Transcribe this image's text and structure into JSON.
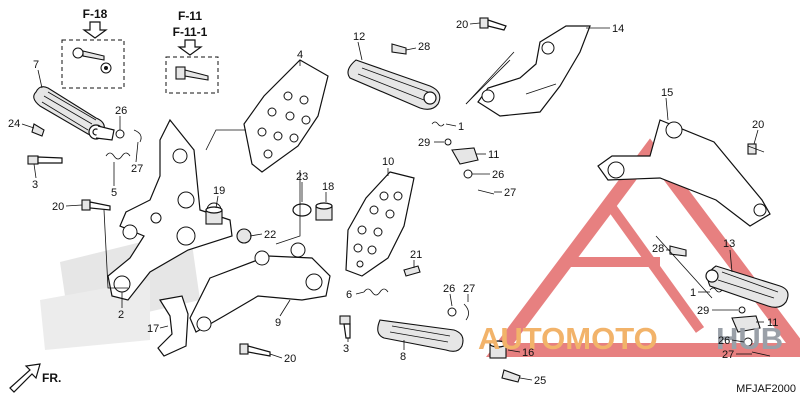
{
  "refs": {
    "f18": "F-18",
    "f11": "F-11",
    "f111": "F-11-1"
  },
  "direction": "FR.",
  "diagram_code": "MFJAF2000",
  "watermark": {
    "part1": "AUTOMOTO",
    "part2": "HUB",
    "color1": "#f2b36a",
    "color2": "#9aa0a8",
    "triangle_color": "#e36b6b"
  },
  "callouts": [
    {
      "id": "c7",
      "text": "7"
    },
    {
      "id": "c24",
      "text": "24"
    },
    {
      "id": "c3a",
      "text": "3"
    },
    {
      "id": "c26a",
      "text": "26"
    },
    {
      "id": "c27a",
      "text": "27"
    },
    {
      "id": "c5",
      "text": "5"
    },
    {
      "id": "c20a",
      "text": "20"
    },
    {
      "id": "c19",
      "text": "19"
    },
    {
      "id": "c22",
      "text": "22"
    },
    {
      "id": "c2",
      "text": "2"
    },
    {
      "id": "c17",
      "text": "17"
    },
    {
      "id": "c4",
      "text": "4"
    },
    {
      "id": "c23",
      "text": "23"
    },
    {
      "id": "c18",
      "text": "18"
    },
    {
      "id": "c9",
      "text": "9"
    },
    {
      "id": "c20b",
      "text": "20"
    },
    {
      "id": "c10",
      "text": "10"
    },
    {
      "id": "c21",
      "text": "21"
    },
    {
      "id": "c6",
      "text": "6"
    },
    {
      "id": "c3b",
      "text": "3"
    },
    {
      "id": "c26b",
      "text": "26"
    },
    {
      "id": "c27b",
      "text": "27"
    },
    {
      "id": "c8",
      "text": "8"
    },
    {
      "id": "c16",
      "text": "16"
    },
    {
      "id": "c25",
      "text": "25"
    },
    {
      "id": "c12",
      "text": "12"
    },
    {
      "id": "c28a",
      "text": "28"
    },
    {
      "id": "c1a",
      "text": "1"
    },
    {
      "id": "c29a",
      "text": "29"
    },
    {
      "id": "c11a",
      "text": "11"
    },
    {
      "id": "c26c",
      "text": "26"
    },
    {
      "id": "c27c",
      "text": "27"
    },
    {
      "id": "c20c",
      "text": "20"
    },
    {
      "id": "c14",
      "text": "14"
    },
    {
      "id": "c15",
      "text": "15"
    },
    {
      "id": "c20d",
      "text": "20"
    },
    {
      "id": "c28b",
      "text": "28"
    },
    {
      "id": "c13",
      "text": "13"
    },
    {
      "id": "c1b",
      "text": "1"
    },
    {
      "id": "c29b",
      "text": "29"
    },
    {
      "id": "c11b",
      "text": "11"
    },
    {
      "id": "c26d",
      "text": "26"
    },
    {
      "id": "c27d",
      "text": "27"
    }
  ]
}
